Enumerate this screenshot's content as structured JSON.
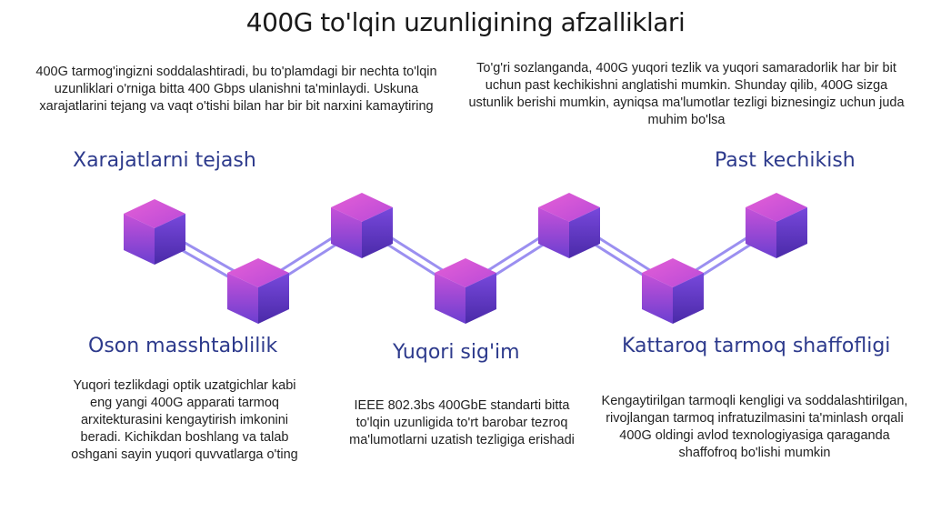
{
  "title": "400G to'lqin uzunligining afzalliklari",
  "colors": {
    "heading": "#2d3a8c",
    "cube_top": "#d54fd6",
    "cube_side": "#6b3fd0",
    "cube_front_top": "#4f86f0",
    "cube_front_bottom": "#5a2fc4",
    "connector": "#9b8ff0"
  },
  "benefits": {
    "cost": {
      "heading": "Xarajatlarni tejash",
      "text": "400G tarmog'ingizni soddalashtiradi, bu to'plamdagi bir nechta to'lqin uzunliklari o'rniga bitta 400 Gbps ulanishni ta'minlaydi. Uskuna xarajatlarini tejang va vaqt o'tishi bilan har bir bit narxini kamaytiring"
    },
    "latency": {
      "heading": "Past kechikish",
      "text": "To'g'ri sozlanganda, 400G yuqori tezlik va yuqori samaradorlik har bir bit uchun past kechikishni anglatishi mumkin. Shunday qilib, 400G sizga ustunlik berishi mumkin, ayniqsa ma'lumotlar tezligi biznesingiz uchun juda muhim bo'lsa"
    },
    "scaling": {
      "heading": "Oson masshtablilik",
      "text": "Yuqori tezlikdagi optik uzatgichlar kabi eng yangi 400G apparati tarmoq arxitekturasini kengaytirish imkonini beradi. Kichikdan boshlang va talab oshgani sayin yuqori quvvatlarga o'ting"
    },
    "capacity": {
      "heading": "Yuqori sig'im",
      "text": "IEEE 802.3bs 400GbE standarti bitta to'lqin uzunligida to'rt barobar tezroq ma'lumotlarni uzatish tezligiga erishadi"
    },
    "transparency": {
      "heading": "Kattaroq tarmoq shaffofligi",
      "text": "Kengaytirilgan tarmoqli kengligi va soddalashtirilgan, rivojlangan tarmoq infratuzilmasini ta'minlash orqali 400G oldingi avlod texnologiyasiga qaraganda shaffofroq bo'lishi mumkin"
    }
  }
}
